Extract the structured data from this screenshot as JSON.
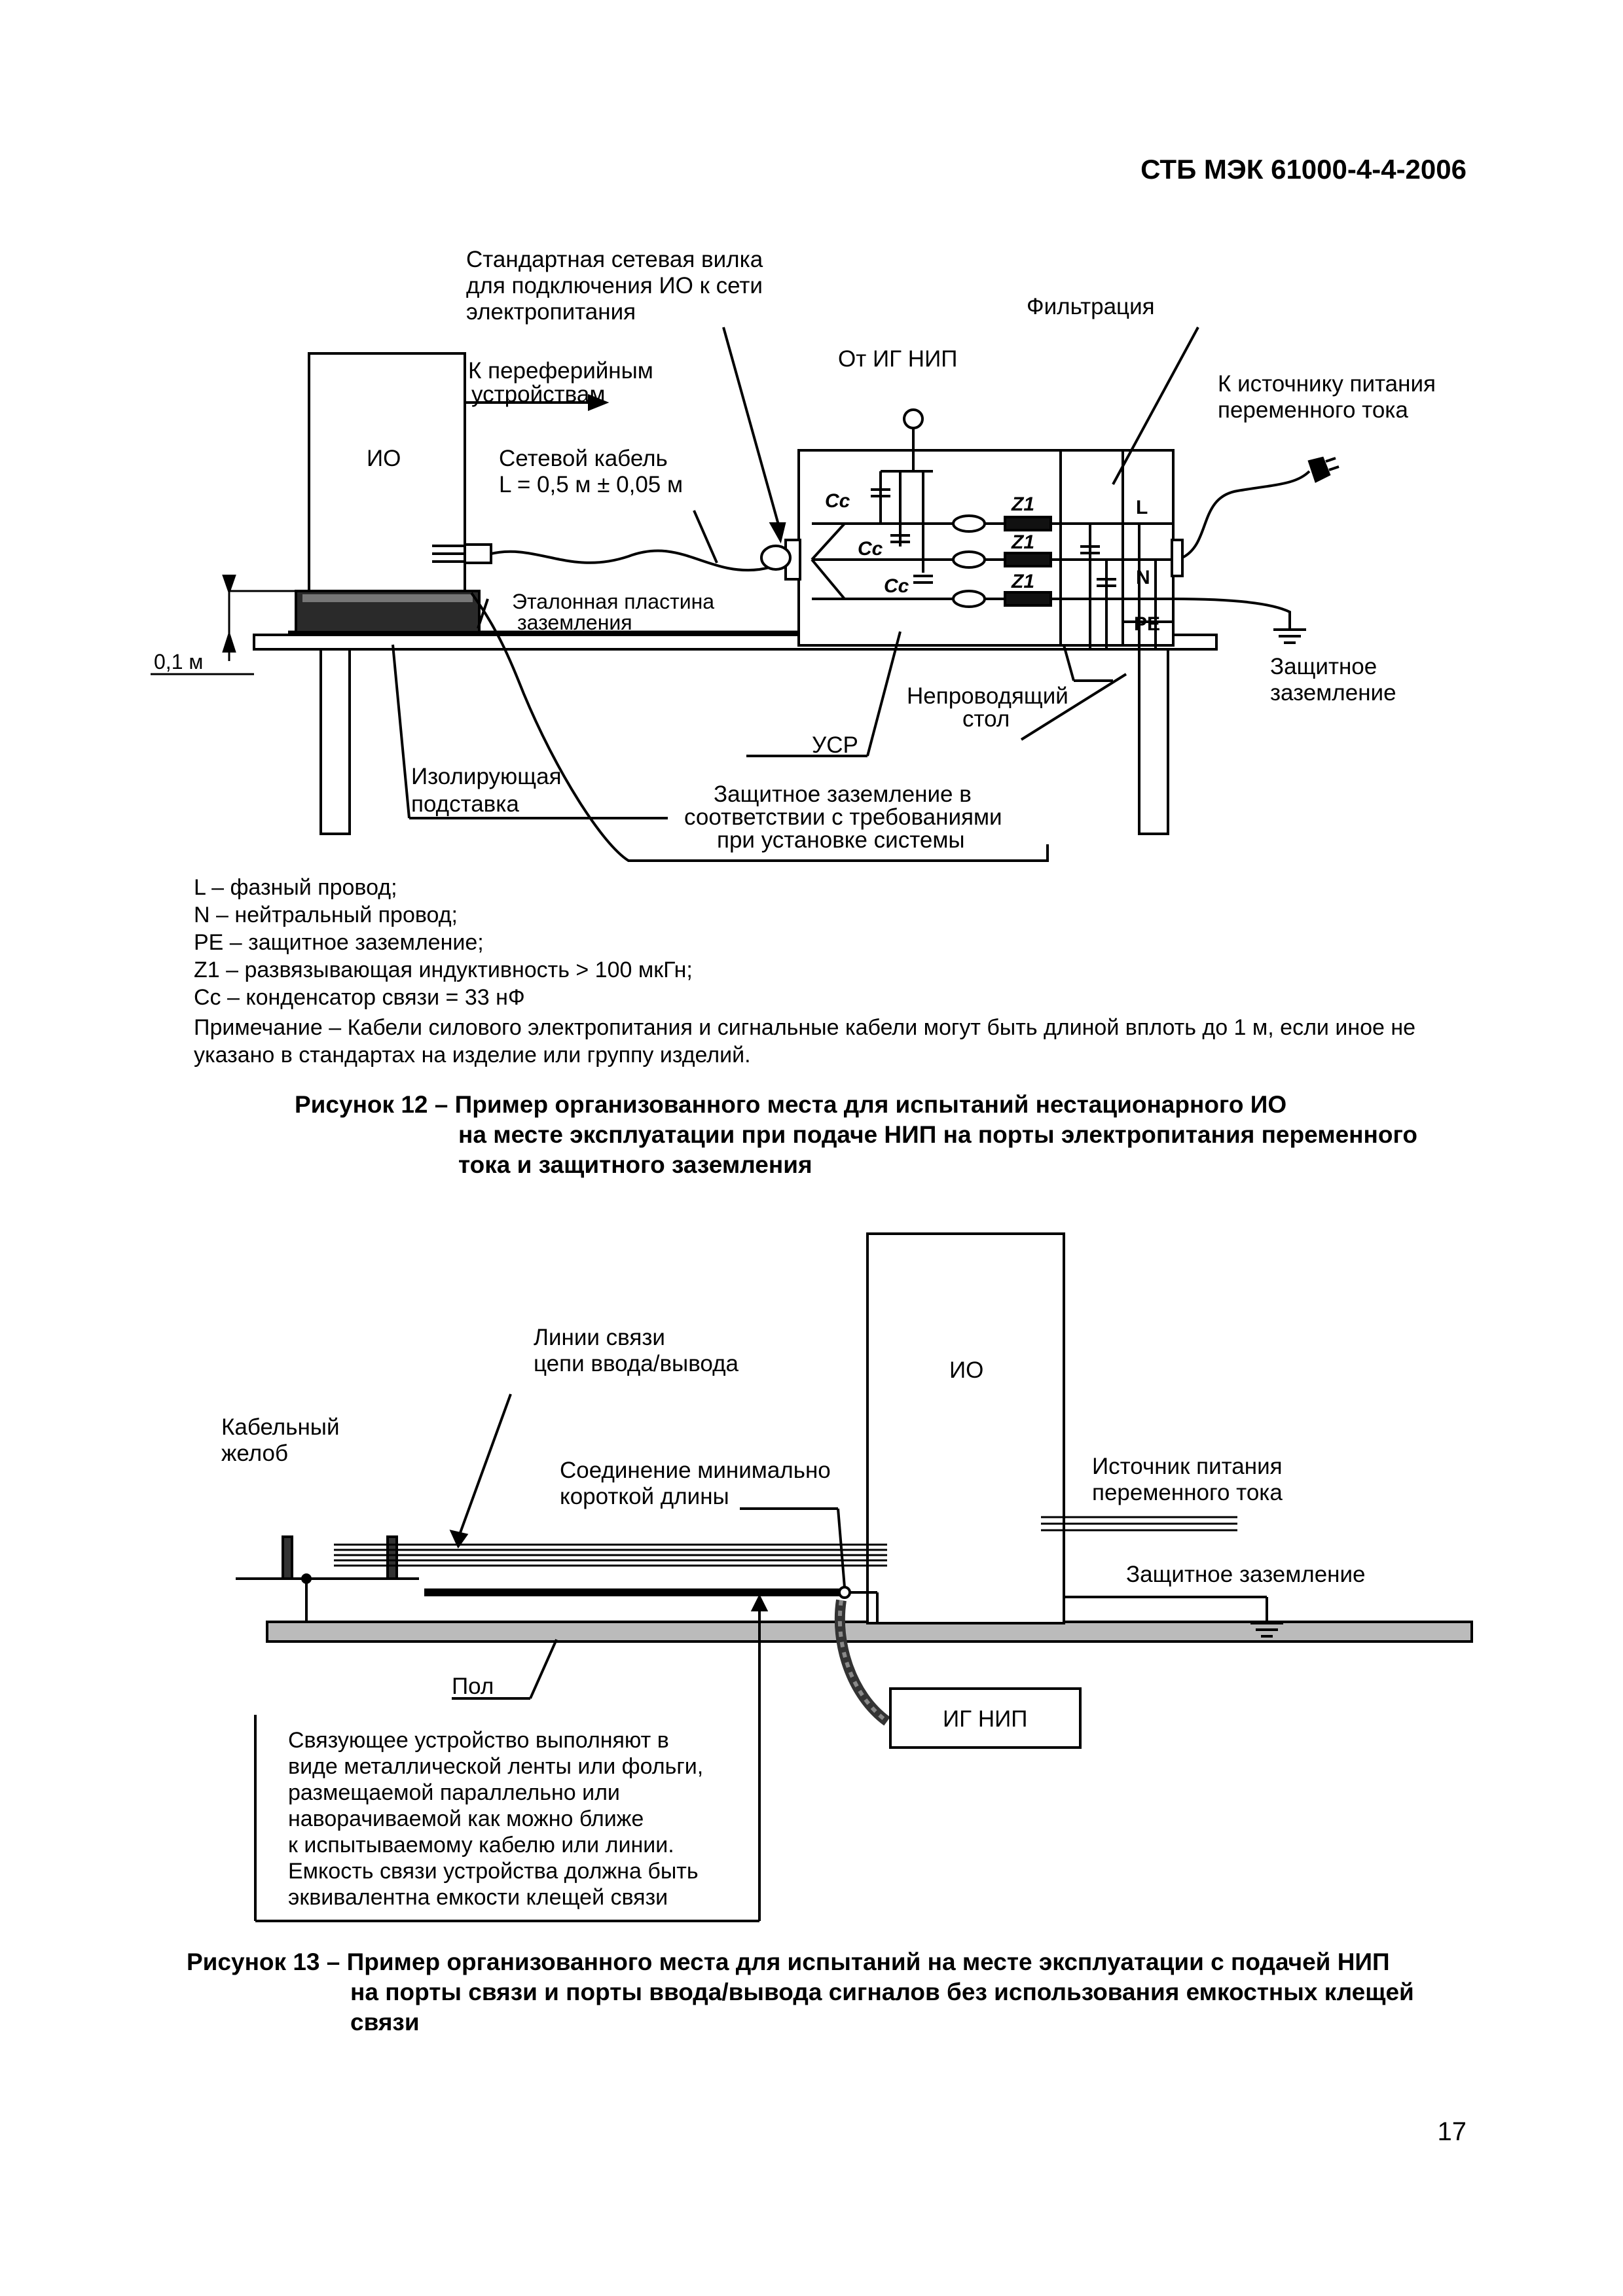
{
  "header": {
    "doc_code": "СТБ МЭК 61000-4-4-2006"
  },
  "figure12": {
    "labels": {
      "plug": [
        "Стандартная сетевая вилка",
        "для подключения ИО к сети",
        "электропитания"
      ],
      "filtration": "Фильтрация",
      "peripheral": [
        "К переферийным",
        "устройствам"
      ],
      "from_gen": "От ИГ НИП",
      "ac_source": [
        "К источнику питания",
        "переменного тока"
      ],
      "eut": "ИО",
      "cable": [
        "Сетевой кабель",
        "L = 0,5 м ± 0,05 м"
      ],
      "cc1": "Cc",
      "cc2": "Cc",
      "cc3": "Cc",
      "z1a": "Z1",
      "z1b": "Z1",
      "z1c": "Z1",
      "l": "L",
      "n": "N",
      "pe": "PE",
      "ref_plate": [
        "Эталонная пластина",
        "заземления"
      ],
      "height": "0,1 м",
      "prot_ground": [
        "Защитное",
        "заземление"
      ],
      "nonconductive": [
        "Непроводящий",
        "стол"
      ],
      "cdn": "УСР",
      "insulating": [
        "Изолирующая",
        "подставка"
      ],
      "prot_ground_sys": [
        "Защитное заземление в",
        "соответствии с требованиями",
        "при установке системы"
      ]
    },
    "legend": [
      "L – фазный провод;",
      "N – нейтральный провод;",
      "PE – защитное заземление;",
      "Z1 – развязывающая индуктивность > 100 мкГн;",
      "Cc – конденсатор связи = 33 нФ"
    ],
    "note": "Примечание – Кабели силового электропитания и сигнальные кабели могут быть длиной вплоть до 1 м, если иное не указано в стандартах на изделие или группу изделий.",
    "caption": [
      "Рисунок 12 – Пример организованного места для испытаний нестационарного ИО",
      "на месте эксплуатации при подаче НИП на порты электропитания переменного",
      "тока и защитного заземления"
    ]
  },
  "figure13": {
    "labels": {
      "eut": "ИО",
      "comm_lines": [
        "Линии связи",
        "цепи ввода/вывода"
      ],
      "tray": [
        "Кабельный",
        "желоб"
      ],
      "short_conn": [
        "Соединение минимально",
        "короткой длины"
      ],
      "ac_source": [
        "Источник питания",
        "переменного тока"
      ],
      "prot_ground": "Защитное заземление",
      "floor": "Пол",
      "generator": "ИГ НИП",
      "coupling": [
        "Связующее устройство выполняют в",
        "виде металлической ленты или фольги,",
        "размещаемой параллельно или",
        "наворачиваемой как можно ближе",
        "к испытываемому кабелю или линии.",
        "Емкость связи устройства должна быть",
        "эквивалентна емкости  клещей связи"
      ]
    },
    "caption": [
      "Рисунок 13 – Пример организованного места для испытаний на месте эксплуатации с подачей НИП",
      "на порты связи и порты ввода/вывода сигналов без использования емкостных клещей",
      "связи"
    ]
  },
  "page_number": "17"
}
